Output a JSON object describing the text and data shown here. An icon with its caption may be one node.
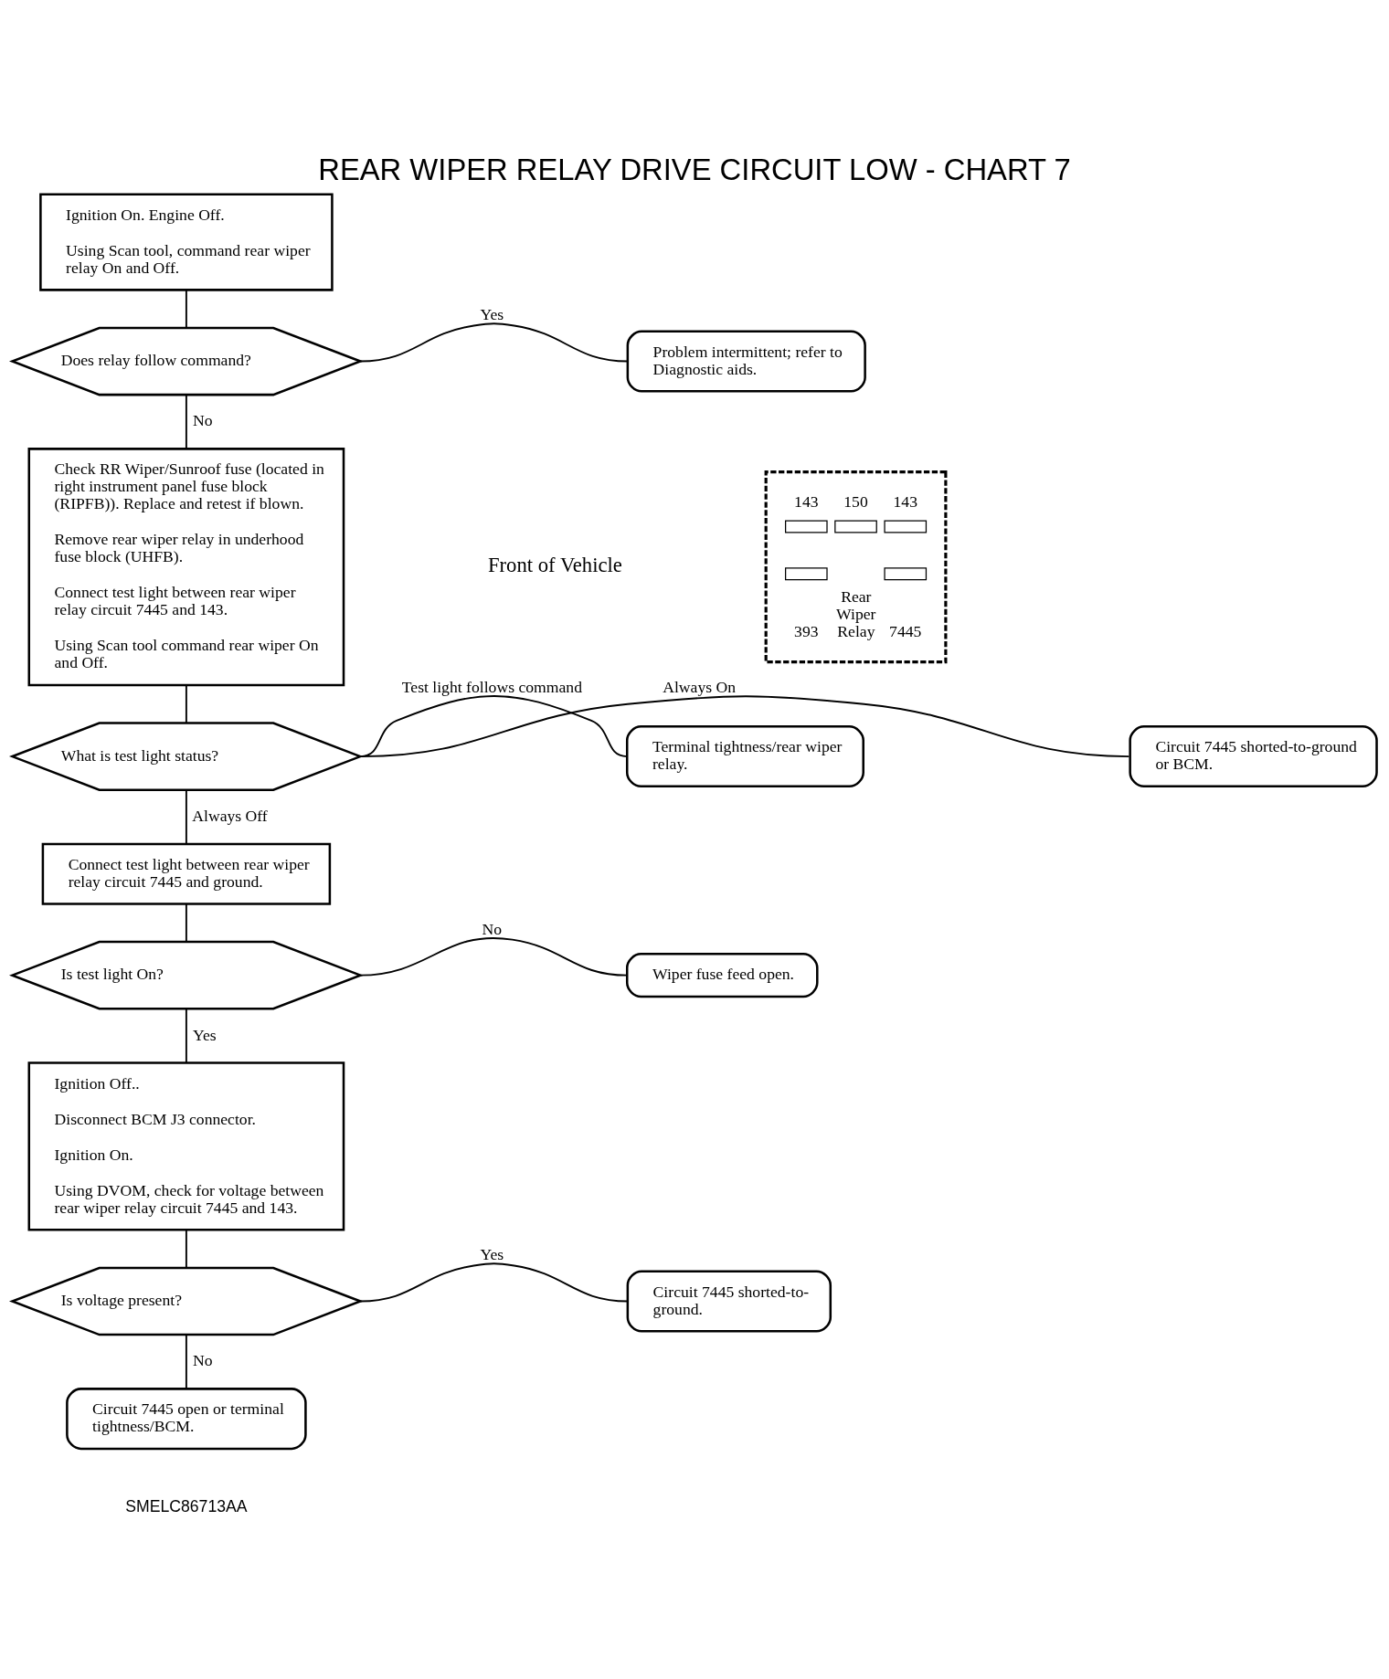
{
  "diagram": {
    "title": "REAR WIPER RELAY DRIVE CIRCUIT LOW - CHART 7",
    "nodes": [
      {
        "text": [
          "Ignition On. Engine Off.",
          "Using Scan tool, command rear wiper relay On and Off."
        ]
      },
      {
        "text": [
          "Does relay follow command?"
        ]
      },
      {
        "text": [
          "Problem intermittent; refer to Diagnostic aids."
        ]
      },
      {
        "text": [
          "Check RR Wiper/Sunroof fuse (located in right instrument panel fuse block (RIPFB)). Replace and retest if blown.",
          "Remove rear wiper relay in underhood fuse block (UHFB).",
          "Connect test light between rear wiper relay circuit 7445 and 143.",
          "Using Scan tool command rear wiper On and Off."
        ]
      },
      {
        "text": [
          "What is test light status?"
        ]
      },
      {
        "text": [
          "Terminal tightness/rear wiper relay."
        ]
      },
      {
        "text": [
          "Circuit 7445 shorted-to-ground or BCM."
        ]
      },
      {
        "text": [
          "Connect test light between rear wiper relay circuit 7445 and ground."
        ]
      },
      {
        "text": [
          "Is test light On?"
        ]
      },
      {
        "text": [
          "Wiper fuse feed open."
        ]
      },
      {
        "text": [
          "Ignition Off..",
          "Disconnect BCM J3 connector.",
          "Ignition On.",
          "Using DVOM, check for voltage between rear wiper relay circuit 7445 and 143."
        ]
      },
      {
        "text": [
          "Is voltage present?"
        ]
      },
      {
        "text": [
          "Circuit 7445 shorted-to-ground."
        ]
      },
      {
        "text": [
          "Circuit 7445 open or terminal tightness/BCM."
        ]
      },
      {
        "text": [
          "143",
          "150",
          "143",
          "393",
          "Rear Wiper Relay",
          "7445"
        ]
      }
    ],
    "edges": [
      {
        "from": 0,
        "to": 1,
        "arrow": "none"
      },
      {
        "from": 1,
        "to": 2,
        "arrow": "none",
        "label": "Yes"
      },
      {
        "from": 1,
        "to": 3,
        "arrow": "none",
        "label": "No"
      },
      {
        "from": 3,
        "to": 4,
        "arrow": "none"
      },
      {
        "from": 4,
        "to": 5,
        "arrow": "none",
        "label": "Test light follows command"
      },
      {
        "from": 4,
        "to": 6,
        "arrow": "none",
        "label": "Always On"
      },
      {
        "from": 4,
        "to": 7,
        "arrow": "none",
        "label": "Always Off"
      },
      {
        "from": 7,
        "to": 8,
        "arrow": "none"
      },
      {
        "from": 8,
        "to": 9,
        "arrow": "none",
        "label": "No"
      },
      {
        "from": 8,
        "to": 10,
        "arrow": "none",
        "label": "Yes"
      },
      {
        "from": 10,
        "to": 11,
        "arrow": "none"
      },
      {
        "from": 11,
        "to": 12,
        "arrow": "none",
        "label": "Yes"
      },
      {
        "from": 11,
        "to": 13,
        "arrow": "none",
        "label": "No"
      }
    ],
    "labels": [
      "Front of Vehicle",
      "SMELC86713AA"
    ]
  }
}
